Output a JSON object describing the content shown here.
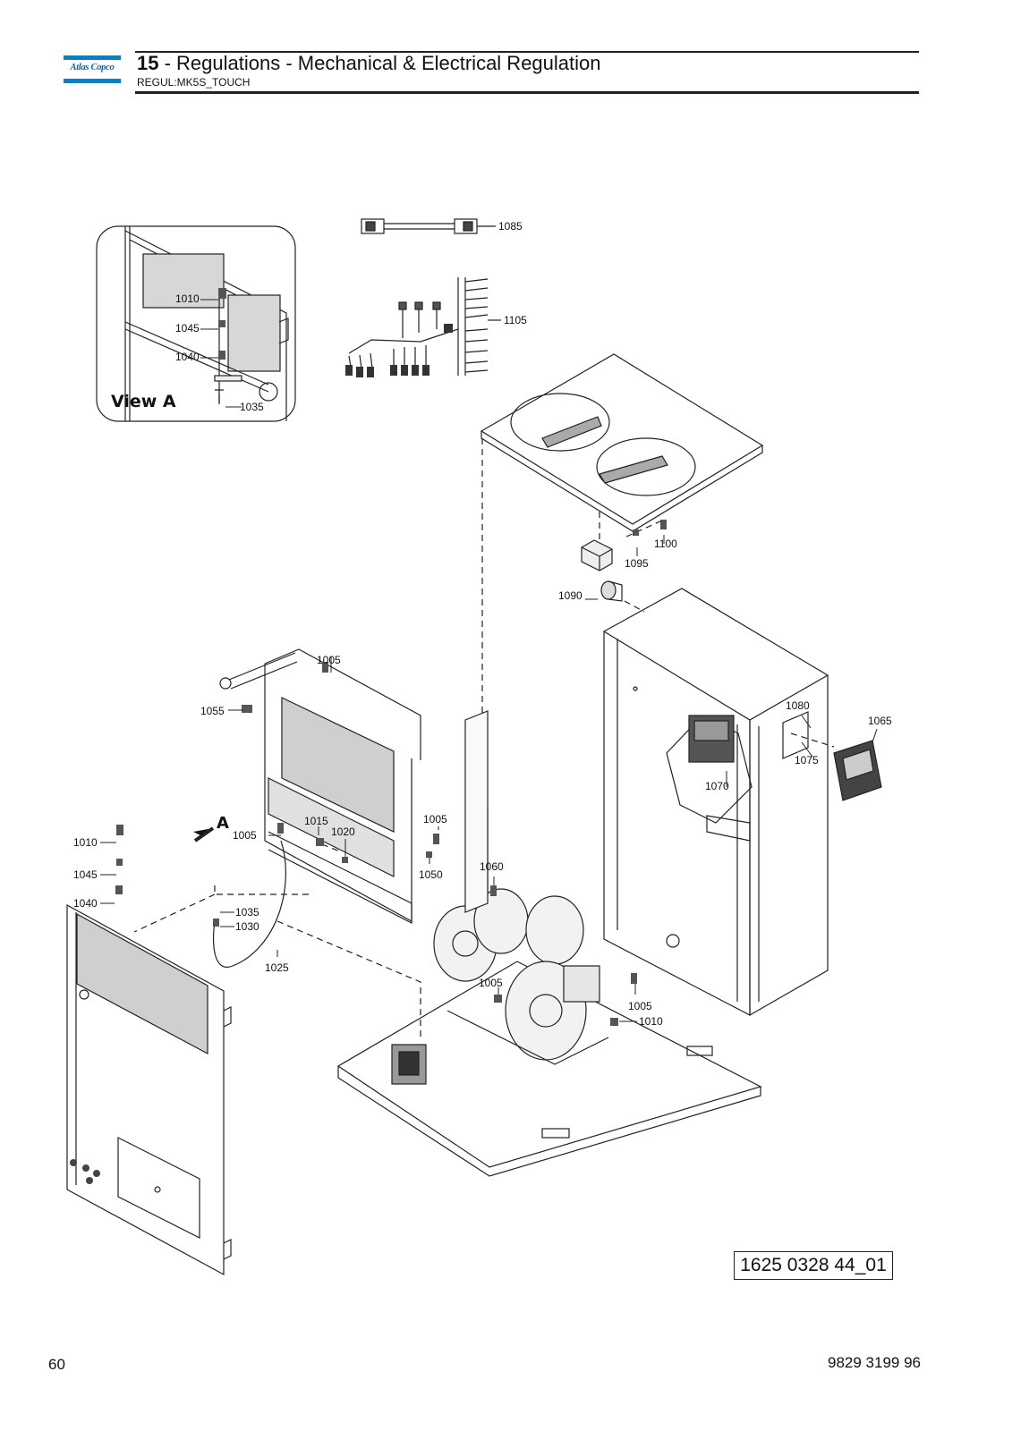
{
  "header": {
    "logo_text": "Atlas Copco",
    "section_number": "15",
    "section_title": " - Regulations - Mechanical & Electrical Regulation",
    "subtitle": "REGUL:MK5S_TOUCH"
  },
  "drawing": {
    "view_label": "View A",
    "arrow_label": "A",
    "callouts": [
      "1005",
      "1010",
      "1015",
      "1020",
      "1025",
      "1030",
      "1035",
      "1040",
      "1045",
      "1050",
      "1055",
      "1060",
      "1065",
      "1070",
      "1075",
      "1080",
      "1085",
      "1090",
      "1095",
      "1100",
      "1105"
    ],
    "reference_number": "1625 0328 44_01"
  },
  "footer": {
    "page_number": "60",
    "document_number": "9829 3199 96"
  }
}
